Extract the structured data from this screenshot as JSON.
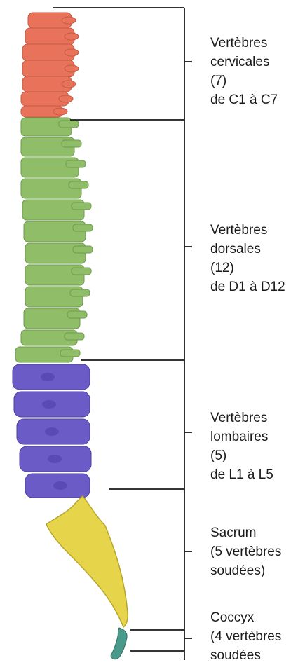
{
  "colors": {
    "cervical": "#e8735a",
    "dorsal": "#8fbd68",
    "lumbar": "#6b5bc7",
    "sacrum": "#e6d44a",
    "coccyx": "#4a9a8c",
    "bracket": "#1a1a1a"
  },
  "regions": [
    {
      "id": "cervical",
      "lines": [
        "Vertèbres",
        "cervicales",
        "(7)",
        "de C1 à C7"
      ]
    },
    {
      "id": "dorsal",
      "lines": [
        "Vertèbres",
        "dorsales",
        "(12)",
        "de D1 à D12"
      ]
    },
    {
      "id": "lumbar",
      "lines": [
        "Vertèbres",
        "lombaires",
        "(5)",
        "de L1 à L5"
      ]
    },
    {
      "id": "sacrum",
      "lines": [
        "Sacrum",
        "(5 vertèbres",
        "soudées)"
      ]
    },
    {
      "id": "coccyx",
      "lines": [
        "Coccyx",
        "(4 vertèbres",
        "soudées"
      ]
    }
  ]
}
